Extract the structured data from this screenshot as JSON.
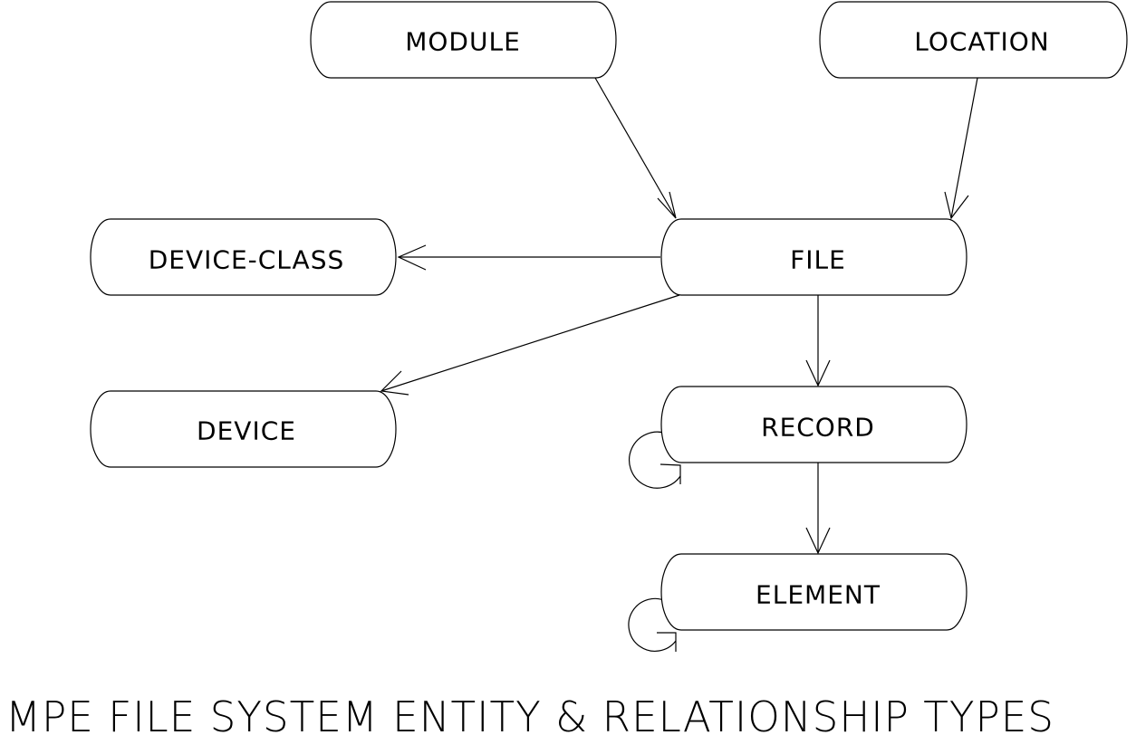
{
  "diagram": {
    "caption": "MPE FILE SYSTEM ENTITY & RELATIONSHIP TYPES",
    "nodes": {
      "module": "MODULE",
      "location": "LOCATION",
      "device_class": "DEVICE-CLASS",
      "file": "FILE",
      "device": "DEVICE",
      "record": "RECORD",
      "element": "ELEMENT"
    },
    "edges": [
      {
        "from": "MODULE",
        "to": "FILE"
      },
      {
        "from": "LOCATION",
        "to": "FILE"
      },
      {
        "from": "FILE",
        "to": "DEVICE-CLASS"
      },
      {
        "from": "FILE",
        "to": "DEVICE"
      },
      {
        "from": "FILE",
        "to": "RECORD"
      },
      {
        "from": "RECORD",
        "to": "ELEMENT"
      },
      {
        "from": "RECORD",
        "to": "RECORD"
      },
      {
        "from": "ELEMENT",
        "to": "ELEMENT"
      }
    ],
    "colors": {
      "line": "#000000",
      "background": "#ffffff"
    }
  }
}
